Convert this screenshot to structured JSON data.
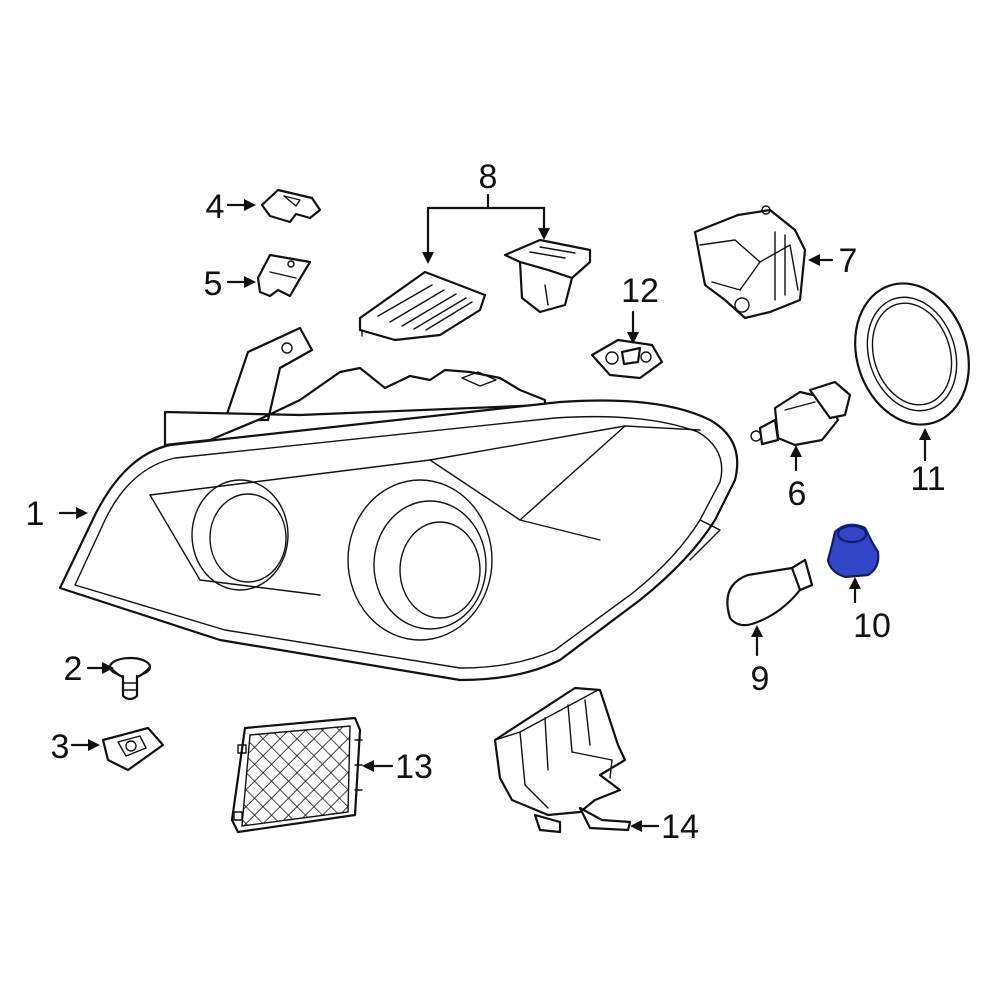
{
  "diagram": {
    "type": "exploded parts diagram",
    "highlight_color": "#3346c8",
    "callouts": [
      {
        "id": "1",
        "label": "1"
      },
      {
        "id": "2",
        "label": "2"
      },
      {
        "id": "3",
        "label": "3"
      },
      {
        "id": "4",
        "label": "4"
      },
      {
        "id": "5",
        "label": "5"
      },
      {
        "id": "6",
        "label": "6"
      },
      {
        "id": "7",
        "label": "7"
      },
      {
        "id": "8",
        "label": "8"
      },
      {
        "id": "9",
        "label": "9"
      },
      {
        "id": "10",
        "label": "10",
        "highlighted": true
      },
      {
        "id": "11",
        "label": "11"
      },
      {
        "id": "12",
        "label": "12"
      },
      {
        "id": "13",
        "label": "13"
      },
      {
        "id": "14",
        "label": "14"
      }
    ]
  }
}
